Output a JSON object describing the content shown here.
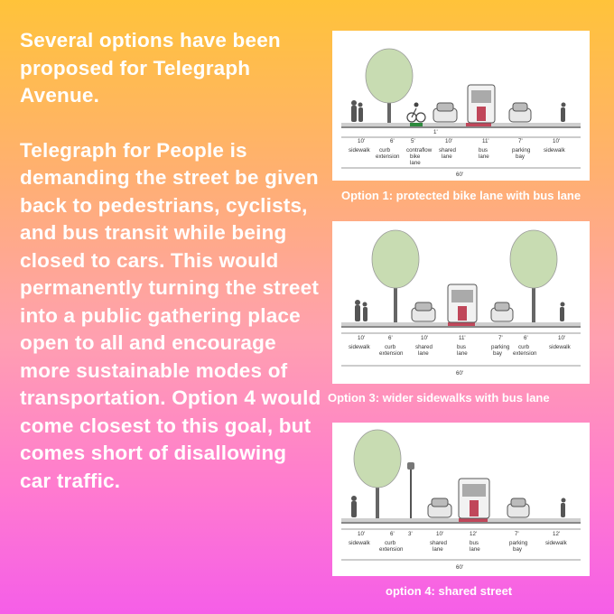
{
  "intro": {
    "paragraph_1": "Several options have been proposed for Telegraph Avenue.",
    "paragraph_2": "Telegraph for People is demanding the street be given back to pedestrians, cyclists, and bus transit while being closed to cars. This would permanently turning the street into a public gathering place open to all and encourage more sustainable modes of transportation. Option 4 would come closest to this goal, but comes short of disallowing car traffic."
  },
  "options": [
    {
      "caption": "Option 1: protected bike lane with bus lane",
      "widths": [
        "10'",
        "6'",
        "5'",
        "10'",
        "11'",
        "7'",
        "10'"
      ],
      "small_width": "1'",
      "labels": [
        "sidewalk",
        "curb extension",
        "contraflow bike lane",
        "shared lane",
        "bus lane",
        "parking bay",
        "sidewalk"
      ],
      "total": "60'"
    },
    {
      "caption": "Option 3: wider sidewalks with bus lane",
      "widths": [
        "10'",
        "6'",
        "10'",
        "11'",
        "7'",
        "6'",
        "10'"
      ],
      "labels": [
        "sidewalk",
        "curb extension",
        "shared lane",
        "bus lane",
        "parking bay",
        "curb extension",
        "sidewalk"
      ],
      "total": "60'"
    },
    {
      "caption": "option 4: shared street",
      "widths": [
        "10'",
        "6'",
        "3'",
        "10'",
        "12'",
        "7'",
        "12'"
      ],
      "labels": [
        "sidewalk",
        "curb extension",
        "shared lane",
        "bus lane",
        "parking bay",
        "sidewalk"
      ],
      "total": "60'"
    }
  ],
  "colors": {
    "bike_lane": "#2e8b3e",
    "bus_lane": "#c0475a",
    "text_white": "#ffffff"
  }
}
